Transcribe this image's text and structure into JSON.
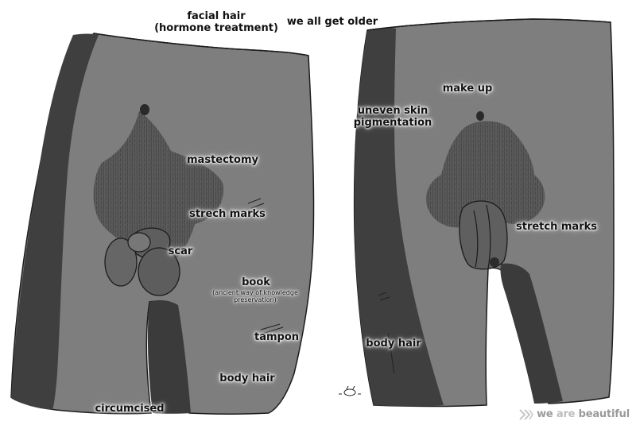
{
  "labels": {
    "facial_hair_line1": "facial hair",
    "facial_hair_line2": "(hormone treatment)",
    "we_all_get_older": "we all get older",
    "mastectomy": "mastectomy",
    "strech_marks": "strech marks",
    "scar": "scar",
    "book": "book",
    "book_sub_line1": "(ancient way of knowledge",
    "book_sub_line2": "preservation)",
    "tampon": "tampon",
    "body_hair_left": "body hair",
    "circumcised": "circumcised",
    "make_up": "make up",
    "uneven_skin_line1": "uneven skin",
    "uneven_skin_line2": "pigmentation",
    "stretch_marks_right": "stretch marks",
    "body_hair_right": "body hair"
  },
  "brand": {
    "icon": "double-chevron-icon",
    "word1": "we",
    "word2": "are",
    "word3": "beautiful"
  },
  "colors": {
    "skin": "#7e7e7e",
    "shadow": "#3f3f3f",
    "hair": "#5b5b5b",
    "outline": "#1c1c1c",
    "brand": "#bdbdbd"
  }
}
